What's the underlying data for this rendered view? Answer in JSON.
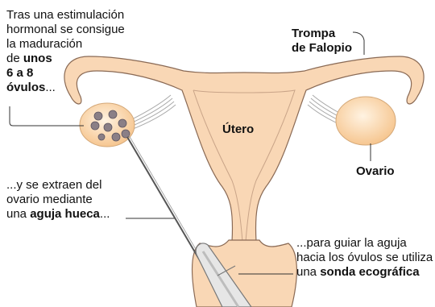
{
  "captions": {
    "top_left": {
      "l1": "Tras una estimulación",
      "l2": "hormonal se consigue",
      "l3": "la maduración",
      "l4_pre": "de ",
      "l4_bold": "unos",
      "l5_bold": "6 a 8",
      "l6_bold": "óvulos",
      "l6_post": "..."
    },
    "mid_left": {
      "l1": "...y se extraen del",
      "l2": "ovario mediante",
      "l3_pre": "una ",
      "l3_bold": "aguja hueca",
      "l3_post": "..."
    },
    "bottom_right": {
      "l1": "...para guiar la aguja",
      "l2": "hacia los óvulos se utiliza",
      "l3_pre": "una ",
      "l3_bold": "sonda ecográfica"
    }
  },
  "organ_labels": {
    "trompa_l1": "Trompa",
    "trompa_l2": "de Falopio",
    "utero": "Útero",
    "ovario": "Ovario"
  },
  "colors": {
    "tissue_fill": "#f9d7b5",
    "tissue_stroke": "#8a6a55",
    "ovary_fill": "#fbd5a8",
    "oocyte_fill": "#8a7f86",
    "needle": "#555555",
    "probe_fill": "#e6e6e6"
  }
}
